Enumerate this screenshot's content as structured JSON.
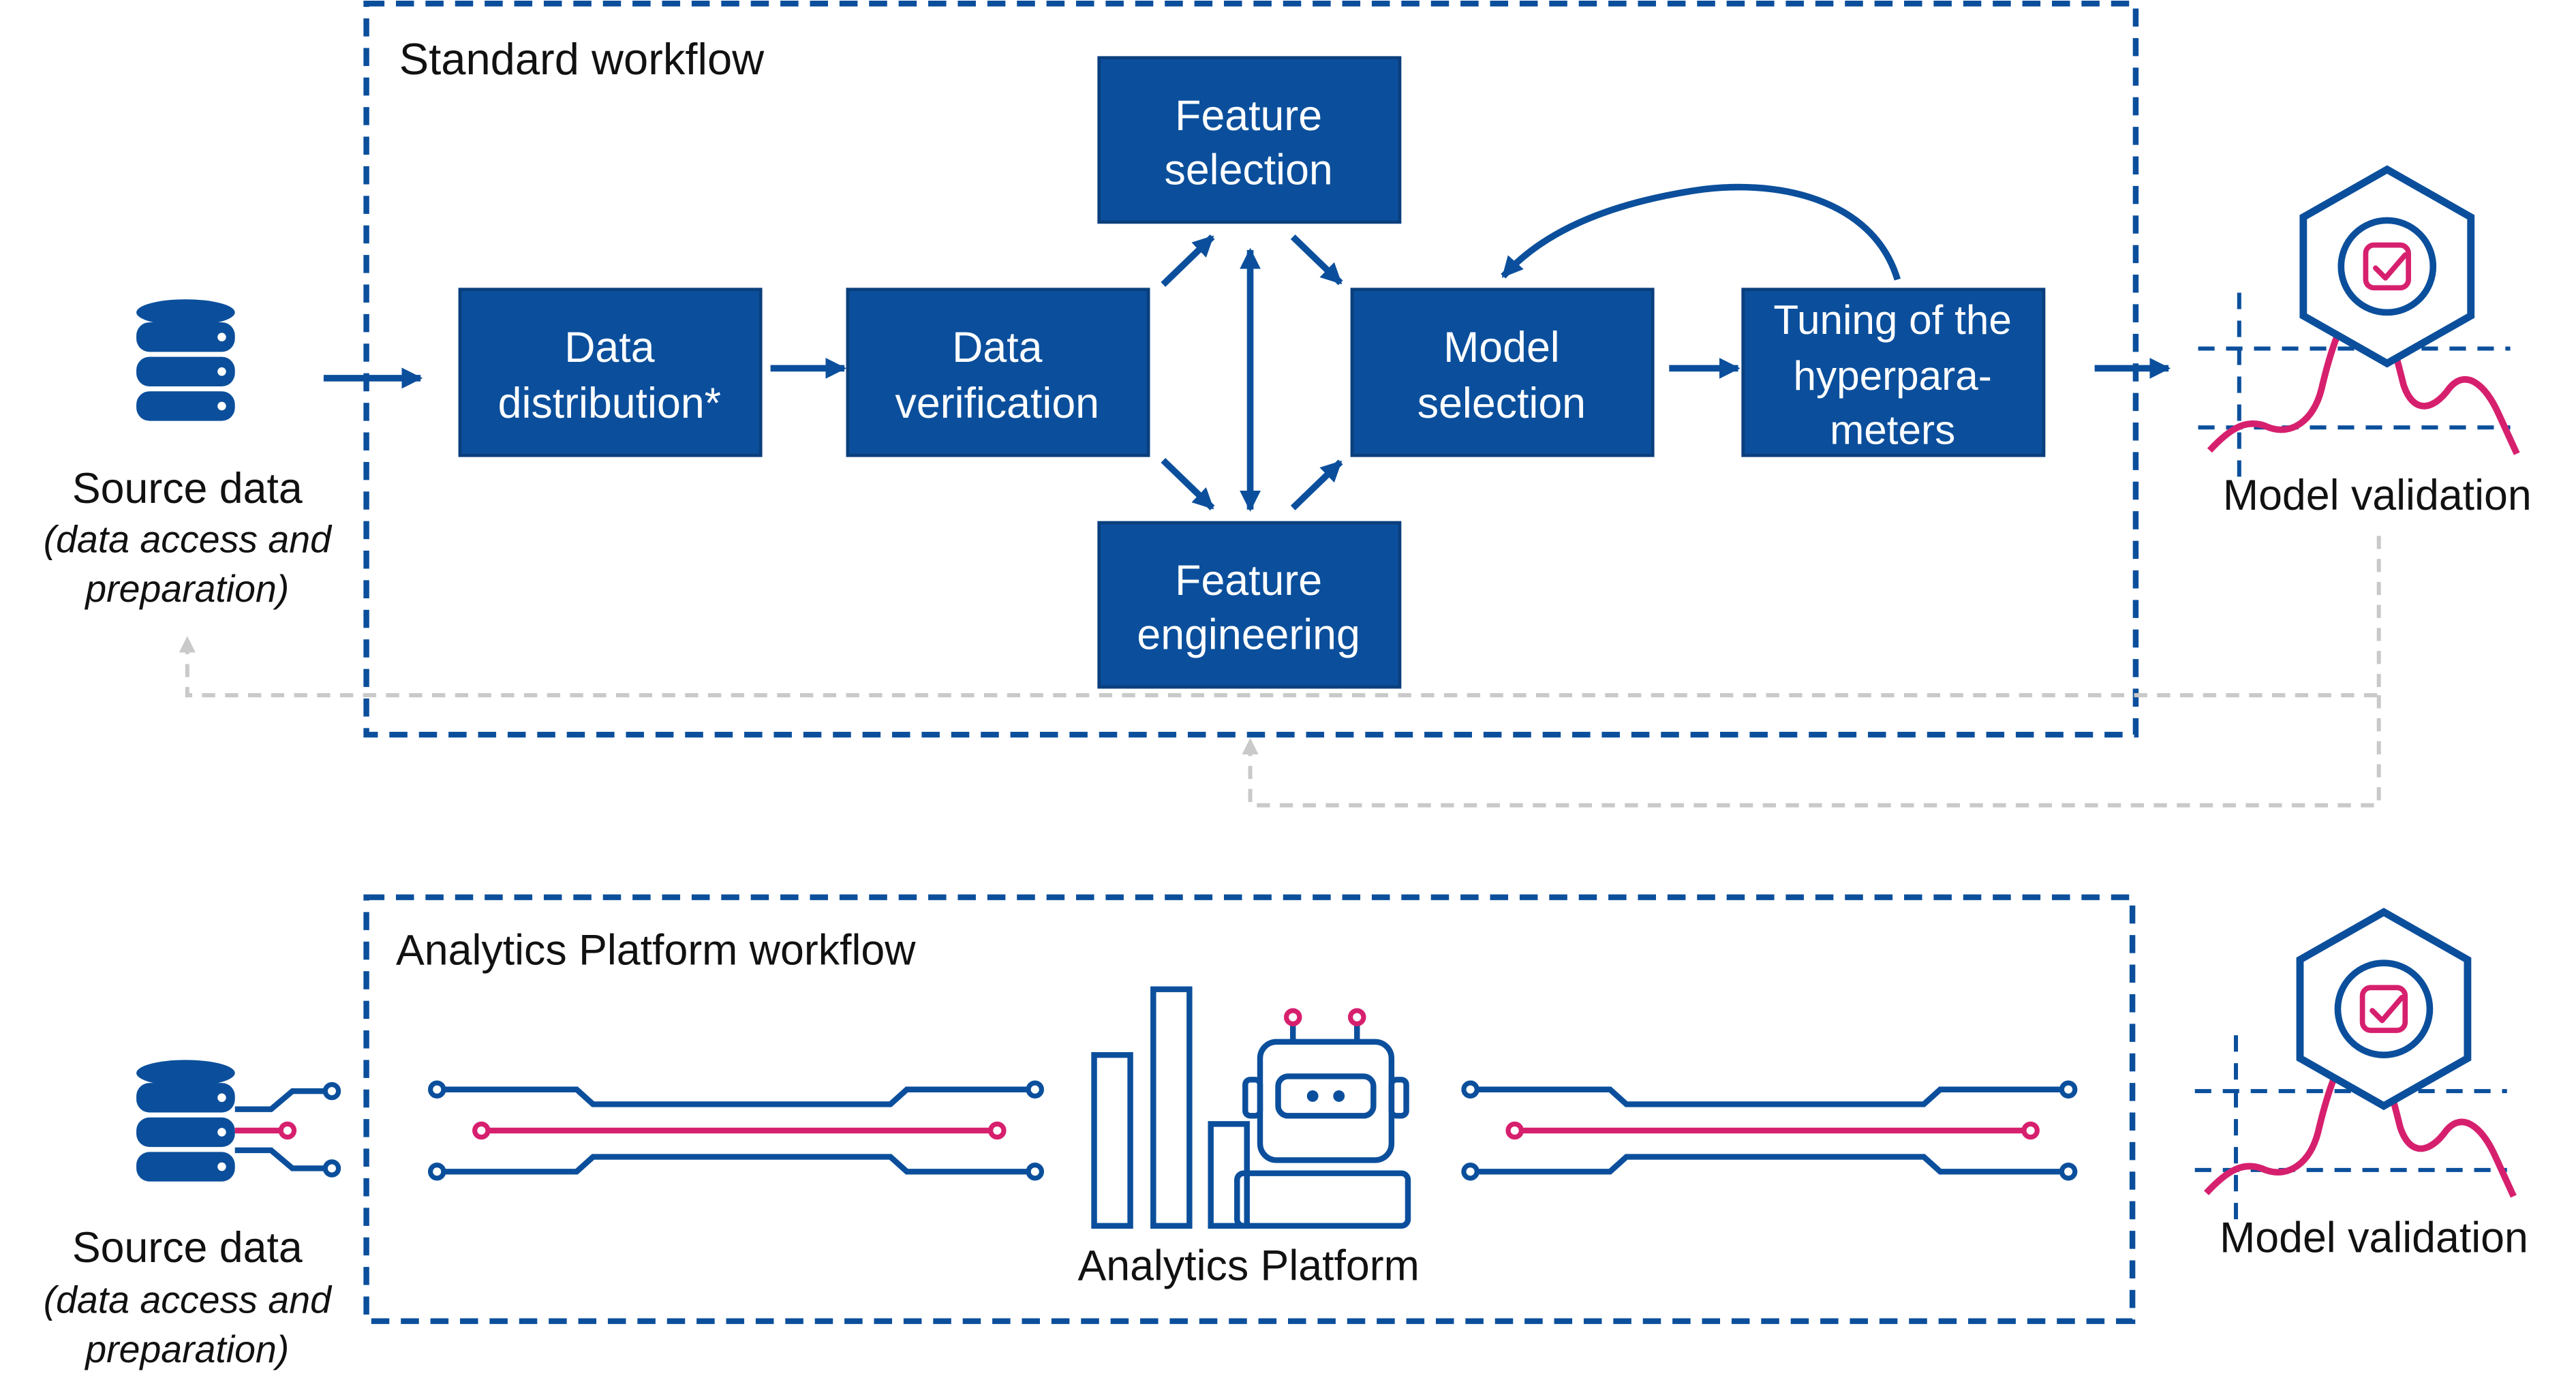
{
  "colors": {
    "primary_blue": "#0b4f9c",
    "accent_pink": "#d6206e",
    "feedback_grey": "#c9c9c9",
    "text": "#111111"
  },
  "standard_workflow": {
    "title": "Standard workflow",
    "source": {
      "title": "Source data",
      "subtitle_line1": "(data access and",
      "subtitle_line2": "preparation)",
      "icon": "database-icon"
    },
    "steps": {
      "data_distribution": {
        "line1": "Data",
        "line2": "distribution*"
      },
      "data_verification": {
        "line1": "Data",
        "line2": "verification"
      },
      "feature_selection": {
        "line1": "Feature",
        "line2": "selection"
      },
      "feature_engineering": {
        "line1": "Feature",
        "line2": "engineering"
      },
      "model_selection": {
        "line1": "Model",
        "line2": "selection"
      },
      "tuning": {
        "line1": "Tuning of the",
        "line2": "hyperpara-",
        "line3": "meters"
      }
    },
    "validation": {
      "label": "Model validation",
      "icon": "validation-badge-icon"
    }
  },
  "platform_workflow": {
    "title": "Analytics Platform workflow",
    "source": {
      "title": "Source data",
      "subtitle_line1": "(data access and",
      "subtitle_line2": "preparation)",
      "icon": "database-icon"
    },
    "platform": {
      "label": "Analytics Platform",
      "icon": "robot-analytics-icon"
    },
    "validation": {
      "label": "Model validation",
      "icon": "validation-badge-icon"
    }
  }
}
